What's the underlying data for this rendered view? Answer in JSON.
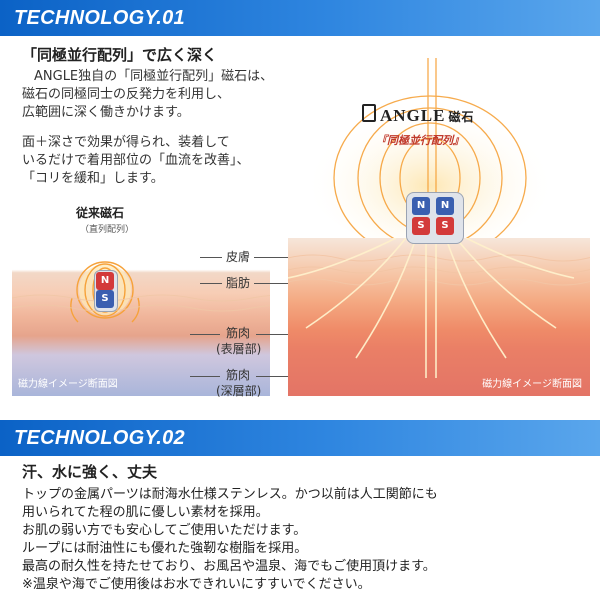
{
  "section1": {
    "banner": "TECHNOLOGY.01",
    "heading": "「同極並行配列」で広く深く",
    "paragraph1": [
      "ANGLE独自の「同極並行配列」磁石は、",
      "磁石の同極同士の反発力を利用し、",
      "広範囲に深く働きかけます。"
    ],
    "paragraph2": [
      "面＋深さで効果が得られ、装着して",
      "いるだけで着用部位の「血流を改善」、",
      "「コリを緩和」します。"
    ],
    "brand": {
      "logo": "ANGLE",
      "logo_suffix": "磁石",
      "subtitle": "『同極並行配列』"
    },
    "conventional": {
      "title": "従来磁石",
      "subtitle": "（直列配列）"
    },
    "magnet_labels": {
      "n": "N",
      "s": "S"
    },
    "layers": {
      "skin": "皮膚",
      "fat": "脂肪",
      "muscle_surface_1": "筋肉",
      "muscle_surface_2": "(表層部)",
      "muscle_deep_1": "筋肉",
      "muscle_deep_2": "(深層部)"
    },
    "image_caption_left": "磁力線イメージ断面図",
    "image_caption_right": "磁力線イメージ断面図"
  },
  "section2": {
    "banner": "TECHNOLOGY.02",
    "heading": "汗、水に強く、丈夫",
    "lines": [
      "トップの金属パーツは耐海水仕様ステンレス。かつ以前は人工関節にも",
      "用いられてた程の肌に優しい素材を採用。",
      "お肌の弱い方でも安心してご使用いただけます。",
      "ループには耐油性にも優れた強靭な樹脂を採用。",
      "最高の耐久性を持たせており、お風呂や温泉、海でもご使用頂けます。",
      "※温泉や海でご使用後はお水できれいにすすいでください。"
    ]
  },
  "colors": {
    "banner": "#0b62c6",
    "brand_red": "#c0392b",
    "magnet_blue": "#3a5fb0",
    "magnet_red": "#d33a3a",
    "field_line": "#f6a23a"
  }
}
